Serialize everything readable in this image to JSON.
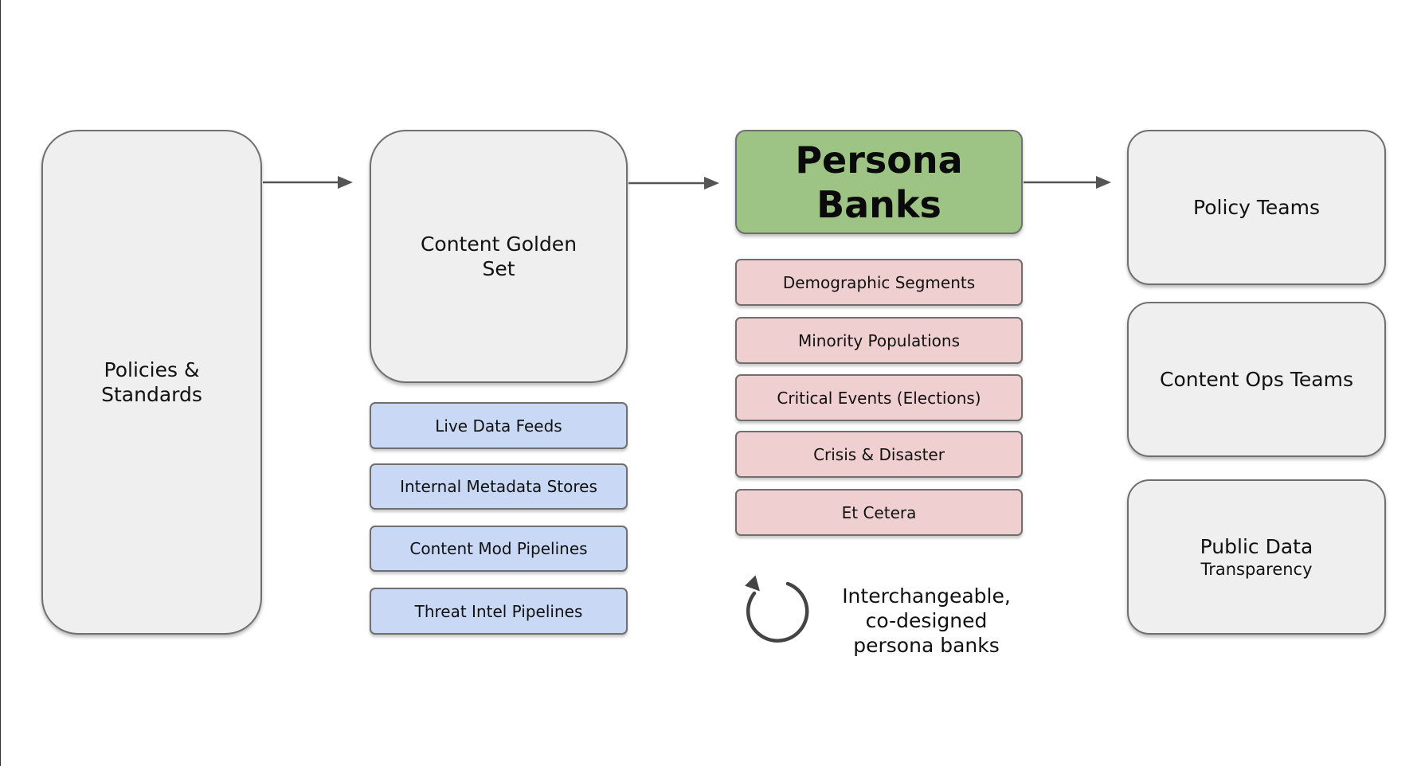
{
  "diagram": {
    "policies": {
      "label": "Policies &\nStandards"
    },
    "golden_set": {
      "label": "Content Golden\nSet",
      "sources": [
        "Live Data Feeds",
        "Internal Metadata Stores",
        "Content Mod Pipelines",
        "Threat Intel Pipelines"
      ]
    },
    "persona_banks": {
      "label": "Persona\nBanks",
      "segments": [
        "Demographic Segments",
        "Minority Populations",
        "Critical Events (Elections)",
        "Crisis & Disaster",
        "Et Cetera"
      ],
      "cycle_note": "Interchangeable,\nco-designed\npersona banks",
      "cycle_icon": "refresh-cycle-icon"
    },
    "outputs": {
      "policy_teams": "Policy Teams",
      "content_ops_teams": "Content Ops Teams",
      "public_data_title": "Public Data",
      "public_data_subtitle": "Transparency"
    },
    "colors": {
      "grey_box": "#efefef",
      "border": "#6f6f6f",
      "persona_green": "#9dc484",
      "segment_pink": "#efcfcf",
      "source_blue": "#c9d8f4",
      "arrow": "#555555"
    }
  }
}
